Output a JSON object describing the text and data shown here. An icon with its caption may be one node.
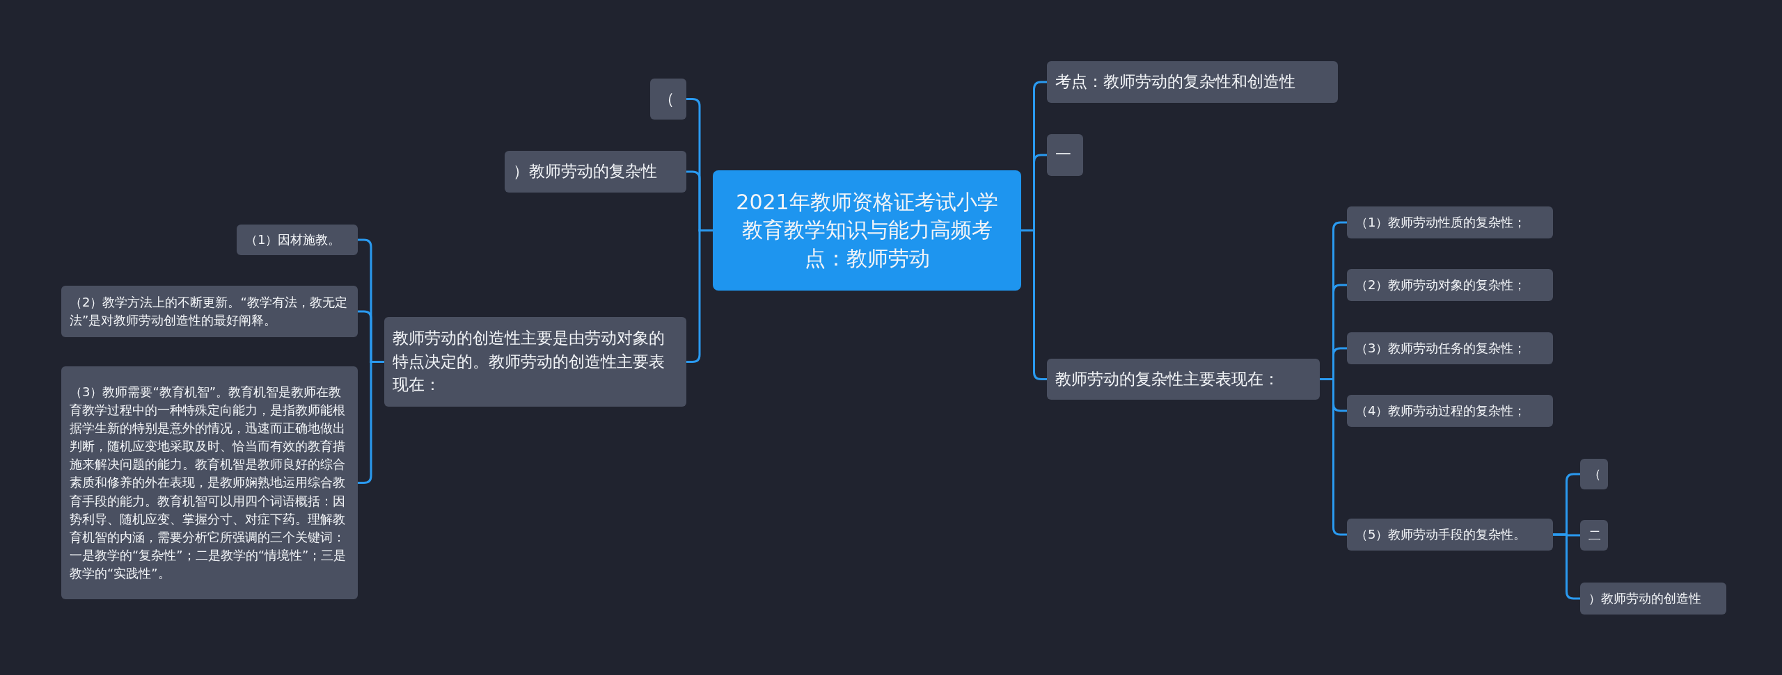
{
  "diagram": {
    "nodes": [
      {
        "text": [
          "2021年教师资格证考试小学教育教学知识与能力高频考点：教师劳动"
        ]
      },
      {
        "text": [
          "（"
        ]
      },
      {
        "text": [
          "）教师劳动的复杂性"
        ]
      },
      {
        "text": [
          "教师劳动的创造性主要是由劳动对象的特点决定的。教师劳动的创造性主要表现在："
        ]
      },
      {
        "text": [
          "（1）因材施教。"
        ]
      },
      {
        "text": [
          "（2）教学方法上的不断更新。“教学有法，教无定法”是对教师劳动创造性的最好阐释。"
        ]
      },
      {
        "text": [
          "（3）教师需要“教育机智”。教育机智是教师在教育教学过程中的一种特殊定向能力，是指教师能根据学生新的特别是意外的情况，迅速而正确地做出判断，随机应变地采取及时、恰当而有效的教育措施来解决问题的能力。教育机智是教师良好的综合素质和修养的外在表现，是教师娴熟地运用综合教育手段的能力。教育机智可以用四个词语概括：因势利导、随机应变、掌握分寸、对症下药。理解教育机智的内涵，需要分析它所强调的三个关键词：一是教学的“复杂性”；二是教学的“情境性”；三是教学的“实践性”。"
        ]
      },
      {
        "text": [
          "考点：教师劳动的复杂性和创造性"
        ]
      },
      {
        "text": [
          "一"
        ]
      },
      {
        "text": [
          "教师劳动的复杂性主要表现在："
        ]
      },
      {
        "text": [
          "（1）教师劳动性质的复杂性；"
        ]
      },
      {
        "text": [
          "（2）教师劳动对象的复杂性；"
        ]
      },
      {
        "text": [
          "（3）教师劳动任务的复杂性；"
        ]
      },
      {
        "text": [
          "（4）教师劳动过程的复杂性；"
        ]
      },
      {
        "text": [
          "（5）教师劳动手段的复杂性。"
        ]
      },
      {
        "text": [
          "（"
        ]
      },
      {
        "text": [
          "二"
        ]
      },
      {
        "text": [
          "）教师劳动的创造性"
        ]
      }
    ],
    "edges": [
      {
        "from": 0,
        "to": 1,
        "arrow": "none"
      },
      {
        "from": 0,
        "to": 2,
        "arrow": "none"
      },
      {
        "from": 0,
        "to": 3,
        "arrow": "none"
      },
      {
        "from": 3,
        "to": 4,
        "arrow": "none"
      },
      {
        "from": 3,
        "to": 5,
        "arrow": "none"
      },
      {
        "from": 3,
        "to": 6,
        "arrow": "none"
      },
      {
        "from": 0,
        "to": 7,
        "arrow": "none"
      },
      {
        "from": 0,
        "to": 8,
        "arrow": "none"
      },
      {
        "from": 0,
        "to": 9,
        "arrow": "none"
      },
      {
        "from": 9,
        "to": 10,
        "arrow": "none"
      },
      {
        "from": 9,
        "to": 11,
        "arrow": "none"
      },
      {
        "from": 9,
        "to": 12,
        "arrow": "none"
      },
      {
        "from": 9,
        "to": 13,
        "arrow": "none"
      },
      {
        "from": 9,
        "to": 14,
        "arrow": "none"
      },
      {
        "from": 14,
        "to": 15,
        "arrow": "none"
      },
      {
        "from": 14,
        "to": 16,
        "arrow": "none"
      },
      {
        "from": 14,
        "to": 17,
        "arrow": "none"
      }
    ]
  }
}
